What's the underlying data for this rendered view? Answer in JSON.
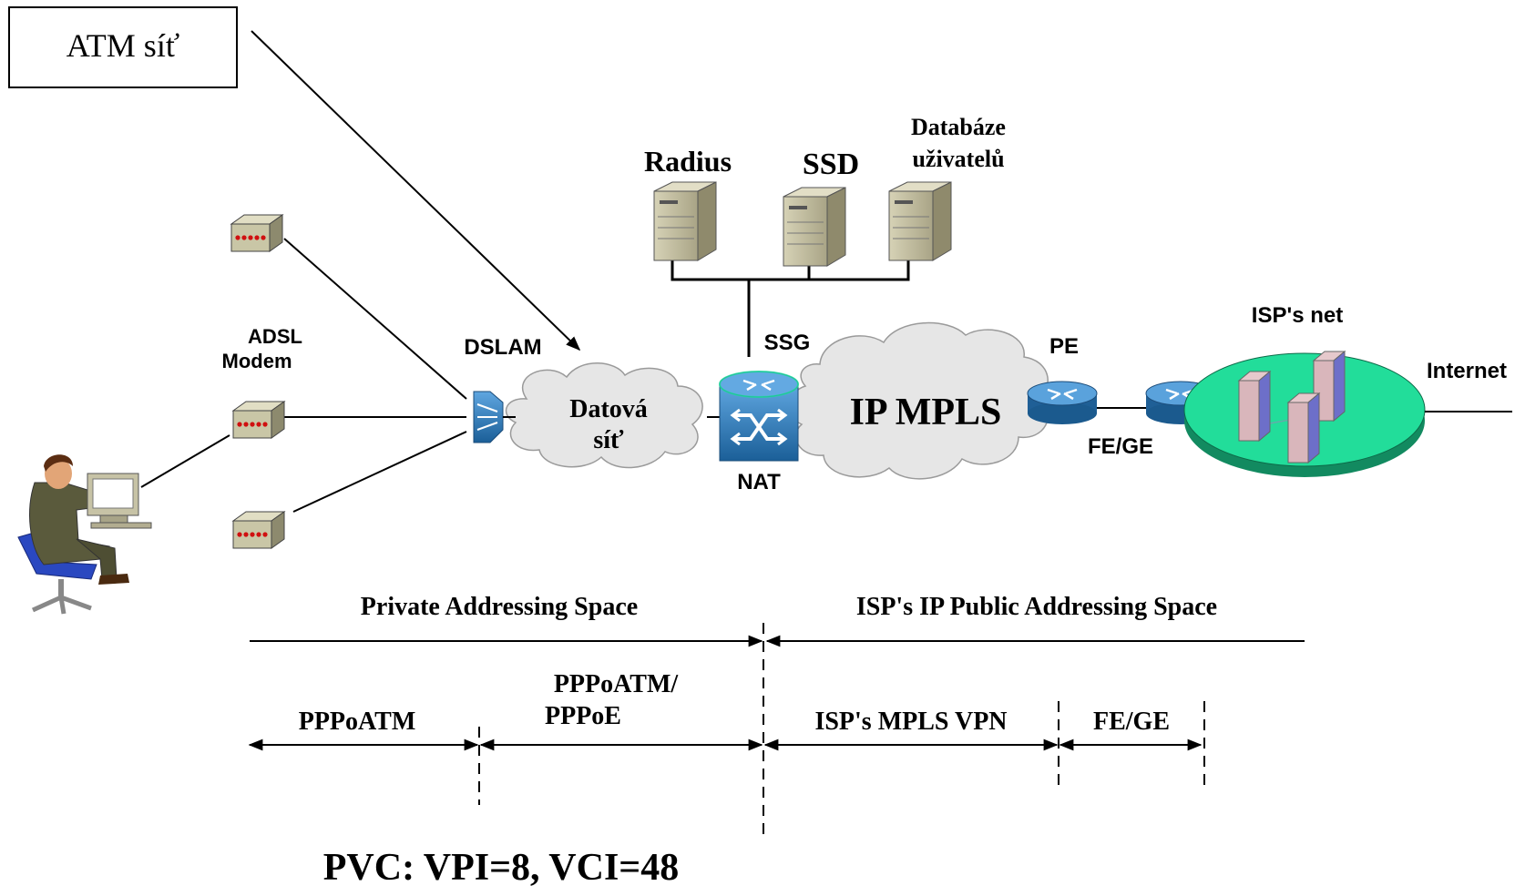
{
  "callout": {
    "label": "ATM síť"
  },
  "servers": [
    {
      "label": "Radius"
    },
    {
      "label": "SSD"
    },
    {
      "label_line1": "Databáze",
      "label_line2": "uživatelů"
    }
  ],
  "devices": {
    "adsl_modem_line1": "ADSL",
    "adsl_modem_line2": "Modem",
    "dslam": "DSLAM",
    "ssg": "SSG",
    "nat": "NAT",
    "pe": "PE",
    "fe_ge_link": "FE/GE",
    "isp_net": "ISP's net",
    "internet": "Internet"
  },
  "clouds": {
    "data_line1": "Datová",
    "data_line2": "síť",
    "mpls": "IP MPLS"
  },
  "address_spaces": {
    "private": "Private Addressing Space",
    "public": "ISP's IP Public Addressing Space"
  },
  "segments": {
    "pppoatm": "PPPoATM",
    "pppoatm_pppoe_line1": "PPPoATM/",
    "pppoatm_pppoe_line2": "PPPoE",
    "mpls_vpn": "ISP's MPLS VPN",
    "fe_ge": "FE/GE"
  },
  "pvc": "PVC: VPI=8, VCI=48",
  "colors": {
    "server_body": "#c8c3a3",
    "modem_body": "#c9c6a6",
    "router_blue": "#2a6fa8",
    "cloud_gray": "#e6e6e6",
    "isp_disk": "#22dd9a",
    "dslam_blue": "#3a8fd6"
  }
}
